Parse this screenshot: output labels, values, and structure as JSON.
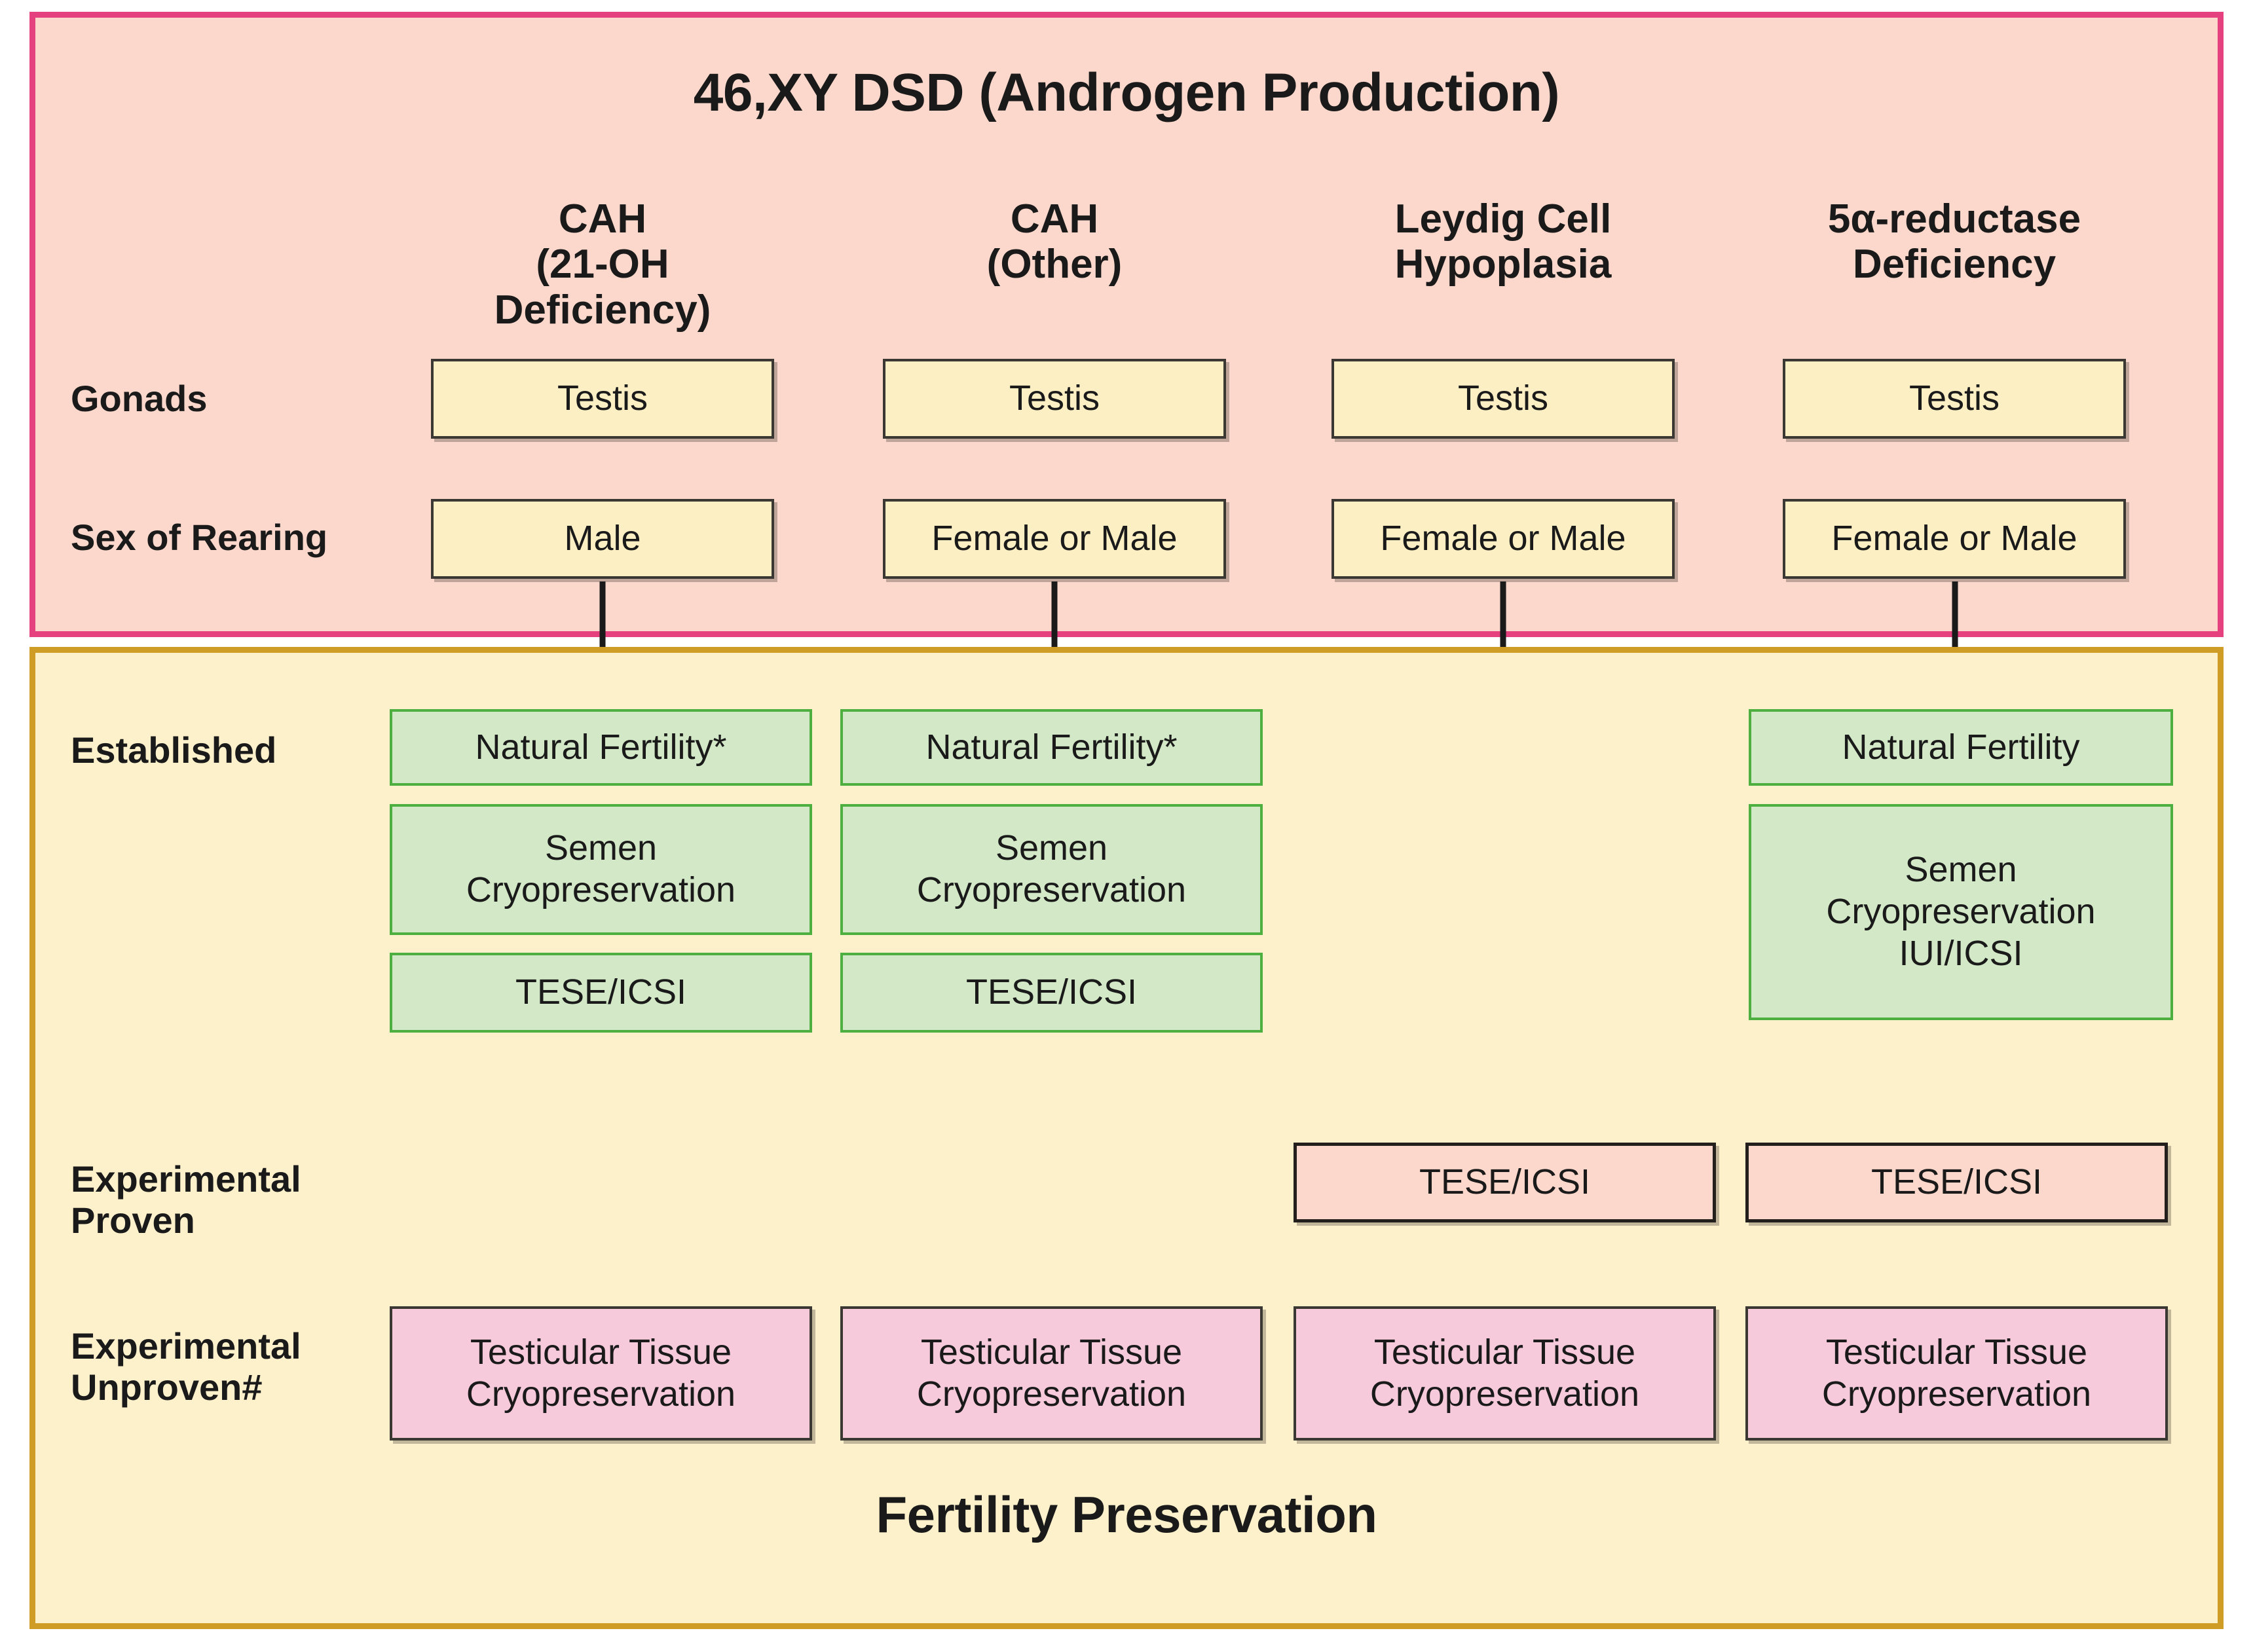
{
  "figure": {
    "top_panel": {
      "title": "46,XY DSD (Androgen Production)",
      "accent_color": "#e5417f",
      "background_color": "#fbd8cb",
      "columns": [
        {
          "line1": "CAH",
          "line2": "(21-OH Deficiency)"
        },
        {
          "line1": "CAH",
          "line2": "(Other)"
        },
        {
          "line1": "Leydig Cell",
          "line2": "Hypoplasia"
        },
        {
          "line1": "5α-reductase",
          "line2": "Deficiency"
        }
      ],
      "rows": [
        {
          "label": "Gonads",
          "cells": [
            "Testis",
            "Testis",
            "Testis",
            "Testis"
          ]
        },
        {
          "label": "Sex of Rearing",
          "cells": [
            "Male",
            "Female or Male",
            "Female or Male",
            "Female or Male"
          ]
        }
      ]
    },
    "bottom_panel": {
      "title": "Fertility Preservation",
      "accent_color": "#cf9c26",
      "background_color": "#fdf1cc",
      "rows": [
        {
          "label_line1": "Established",
          "label_line2": "",
          "color": "#d2e8c6",
          "columns": [
            [
              "Natural Fertility*",
              "Semen\nCryopreservation",
              "TESE/ICSI"
            ],
            [
              "Natural Fertility*",
              "Semen\nCryopreservation",
              "TESE/ICSI"
            ],
            [],
            [
              "Natural Fertility",
              "Semen\nCryopreservation\nIUI/ICSI"
            ]
          ]
        },
        {
          "label_line1": "Experimental",
          "label_line2": "Proven",
          "color": "#fbd8cb",
          "columns": [
            [],
            [],
            [
              "TESE/ICSI"
            ],
            [
              "TESE/ICSI"
            ]
          ]
        },
        {
          "label_line1": "Experimental",
          "label_line2": "Unproven#",
          "color": "#f6cada",
          "columns": [
            [
              "Testicular Tissue\nCryopreservation"
            ],
            [
              "Testicular Tissue\nCryopreservation"
            ],
            [
              "Testicular Tissue\nCryopreservation"
            ],
            [
              "Testicular Tissue\nCryopreservation"
            ]
          ]
        }
      ]
    },
    "connectors": {
      "count": 4,
      "shape": "down-arrow"
    }
  }
}
